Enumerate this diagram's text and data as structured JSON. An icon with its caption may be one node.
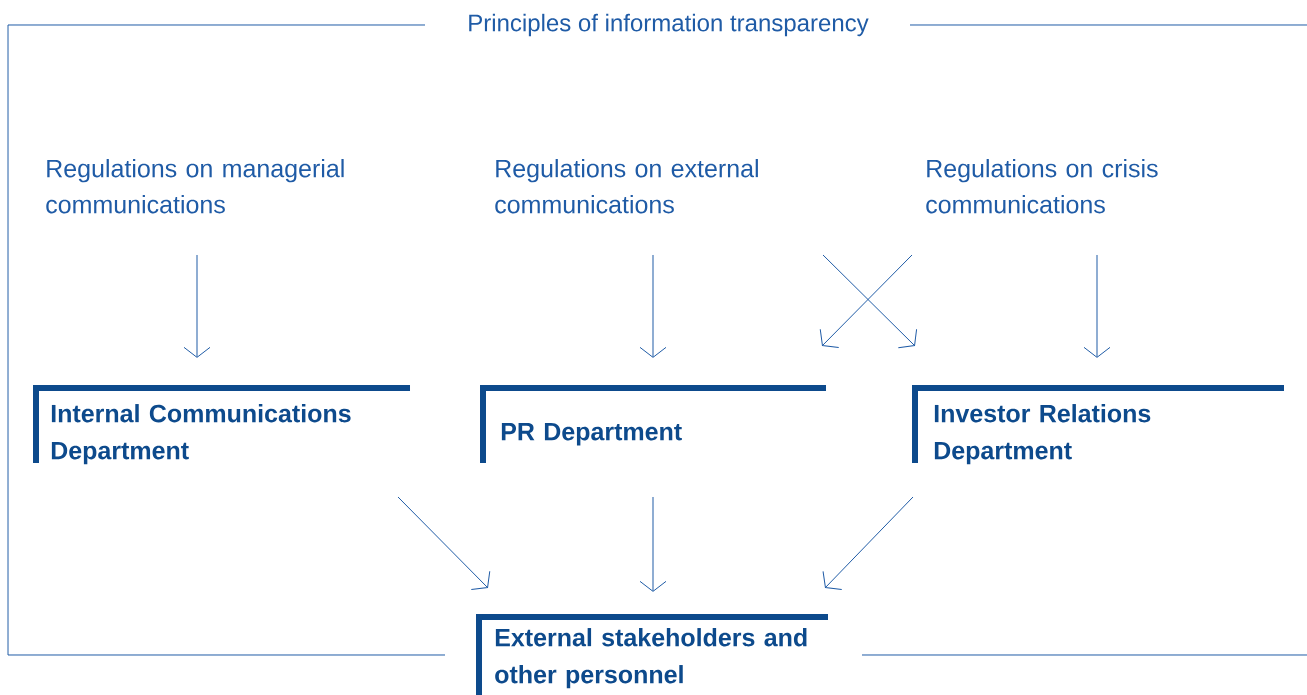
{
  "diagram": {
    "title": "Principles of information transparency",
    "nodes": [
      {
        "text": [
          "Regulations on managerial communications"
        ]
      },
      {
        "text": [
          "Regulations on external communications"
        ]
      },
      {
        "text": [
          "Regulations on crisis communications"
        ]
      },
      {
        "text": [
          "Internal Communications Department"
        ]
      },
      {
        "text": [
          "PR Department"
        ]
      },
      {
        "text": [
          "Investor Relations Department"
        ]
      },
      {
        "text": [
          "External stakeholders and other personnel"
        ]
      }
    ],
    "edges": [
      {
        "from": 0,
        "to": 3,
        "arrow": "to"
      },
      {
        "from": 1,
        "to": 4,
        "arrow": "to"
      },
      {
        "from": 1,
        "to": 5,
        "arrow": "to"
      },
      {
        "from": 2,
        "to": 4,
        "arrow": "to"
      },
      {
        "from": 2,
        "to": 5,
        "arrow": "to"
      },
      {
        "from": 3,
        "to": 6,
        "arrow": "to"
      },
      {
        "from": 4,
        "to": 6,
        "arrow": "to"
      },
      {
        "from": 5,
        "to": 6,
        "arrow": "to"
      }
    ]
  }
}
